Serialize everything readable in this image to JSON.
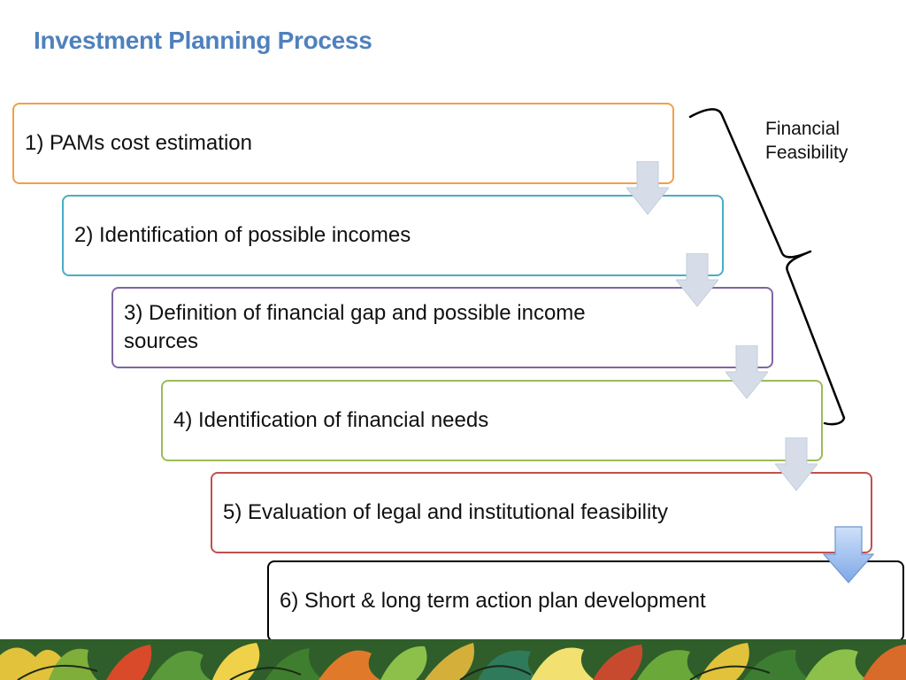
{
  "title": "Investment Planning Process",
  "steps": [
    {
      "label": "1) PAMs cost estimation",
      "color": "#f0a048"
    },
    {
      "label": "2) Identification of possible incomes",
      "color": "#4bacc6"
    },
    {
      "label": "3) Definition of financial gap and possible income sources",
      "color": "#8064a2"
    },
    {
      "label": "4) Identification of financial needs",
      "color": "#9bbb59"
    },
    {
      "label": "5) Evaluation of legal and institutional feasibility",
      "color": "#c0504d"
    },
    {
      "label": "6) Short & long term action plan development",
      "color": "#000000"
    }
  ],
  "bracket": {
    "label_line1": "Financial",
    "label_line2": "Feasibility"
  },
  "colors": {
    "title": "#4f81bd",
    "arrow_fill": "#d6dde9",
    "arrow_fill_active": "#8fb4e8"
  },
  "icons": {
    "step_arrow": "down-arrow-icon",
    "bracket": "curly-brace"
  }
}
